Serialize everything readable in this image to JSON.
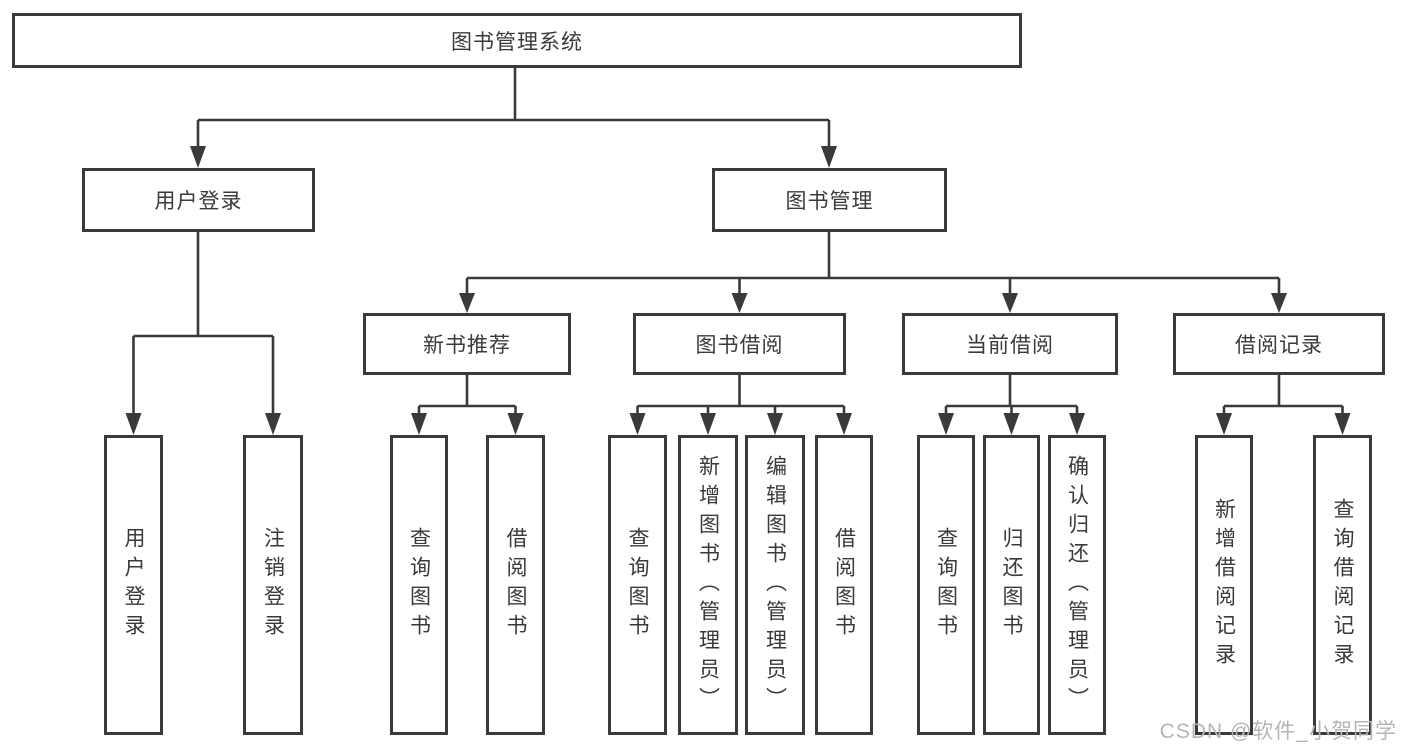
{
  "diagram": {
    "root": {
      "label": "图书管理系统"
    },
    "branches": [
      {
        "label": "用户登录",
        "children": [
          {
            "label": "用户登录"
          },
          {
            "label": "注销登录"
          }
        ]
      },
      {
        "label": "图书管理",
        "children": [
          {
            "label": "新书推荐",
            "children": [
              {
                "label": "查询图书"
              },
              {
                "label": "借阅图书"
              }
            ]
          },
          {
            "label": "图书借阅",
            "children": [
              {
                "label": "查询图书"
              },
              {
                "label": "新增图书（管理员）"
              },
              {
                "label": "编辑图书（管理员）"
              },
              {
                "label": "借阅图书"
              }
            ]
          },
          {
            "label": "当前借阅",
            "children": [
              {
                "label": "查询图书"
              },
              {
                "label": "归还图书"
              },
              {
                "label": "确认归还（管理员）"
              }
            ]
          },
          {
            "label": "借阅记录",
            "children": [
              {
                "label": "新增借阅记录"
              },
              {
                "label": "查询借阅记录"
              }
            ]
          }
        ]
      }
    ],
    "colors": {
      "line": "#3a3a3a",
      "text": "#3a3a3a",
      "background": "#ffffff",
      "watermark": "#b5b5b5"
    }
  },
  "watermark": {
    "text": "CSDN @软件_小贺同学"
  }
}
